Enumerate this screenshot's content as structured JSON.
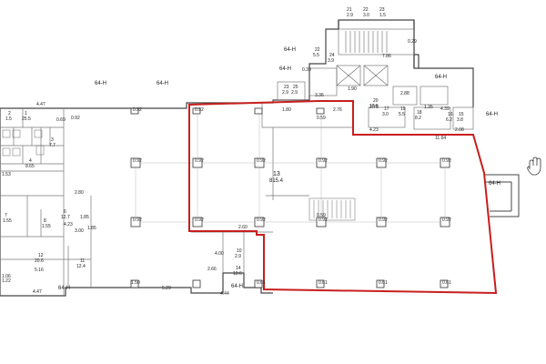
{
  "plan": {
    "main_room": {
      "number": "13",
      "area": "815.4"
    },
    "axis_marks": [
      "64-H",
      "64-H",
      "64-H",
      "64-H",
      "64-H",
      "64-H",
      "64-H",
      "64-H",
      "64-H"
    ],
    "column_marks": [
      "0.92",
      "0.92",
      "0.92",
      "0.92",
      "0.92",
      "0.92",
      "0.92",
      "0.92",
      "0.92",
      "0.92",
      "0.92",
      "0.92"
    ],
    "lower_marks": [
      "0.61",
      "0.61",
      "0.61",
      "0.61"
    ],
    "dimensions": [
      "4.47",
      "0.92",
      "0.69",
      "2.76",
      "4.23",
      "11.64",
      "2.08",
      "0.59",
      "0.59",
      "2.80",
      "4.00",
      "2.66",
      "4.44",
      "5.29",
      "4.39",
      "1.53",
      "2.60",
      "3.00",
      "5.16",
      "4.47",
      "1.06",
      "1.85",
      "0.39",
      "0.29",
      "7.86",
      "3.36",
      "1.90",
      "2.88",
      "1.35",
      "2.75",
      "1.80"
    ],
    "rooms_left": [
      {
        "num": "1",
        "area": "25.5"
      },
      {
        "num": "2",
        "area": "1.5"
      },
      {
        "num": "3",
        "area": "7.7"
      },
      {
        "num": "4",
        "area": "8.65"
      },
      {
        "num": "6",
        "area": "12.7"
      },
      {
        "num": "7",
        "area": "1.55"
      },
      {
        "num": "8",
        "area": "1.55"
      },
      {
        "num": "10",
        "area": "2.9"
      },
      {
        "num": "11",
        "area": "12.4"
      },
      {
        "num": "12",
        "area": "20.6"
      },
      {
        "num": "14",
        "area": "10.6"
      }
    ],
    "rooms_top": [
      {
        "num": "22",
        "area": "5.5"
      },
      {
        "num": "23",
        "area": "2.9"
      },
      {
        "num": "24",
        "area": "3.9"
      },
      {
        "num": "25",
        "area": "2.9"
      },
      {
        "num": "20",
        "area": "18.5"
      },
      {
        "num": "19",
        "area": "5.5"
      },
      {
        "num": "18",
        "area": "8.2"
      },
      {
        "num": "16",
        "area": "6.2"
      },
      {
        "num": "15",
        "area": "3.8"
      },
      {
        "num": "17",
        "area": "3.0"
      }
    ],
    "top_codes": [
      "21",
      "22",
      "23",
      "2.9",
      "3.0",
      "1.5"
    ],
    "misc_labels": [
      "1.50",
      "1.22",
      "1.85",
      "4.23",
      "0.92",
      "0.92"
    ]
  }
}
